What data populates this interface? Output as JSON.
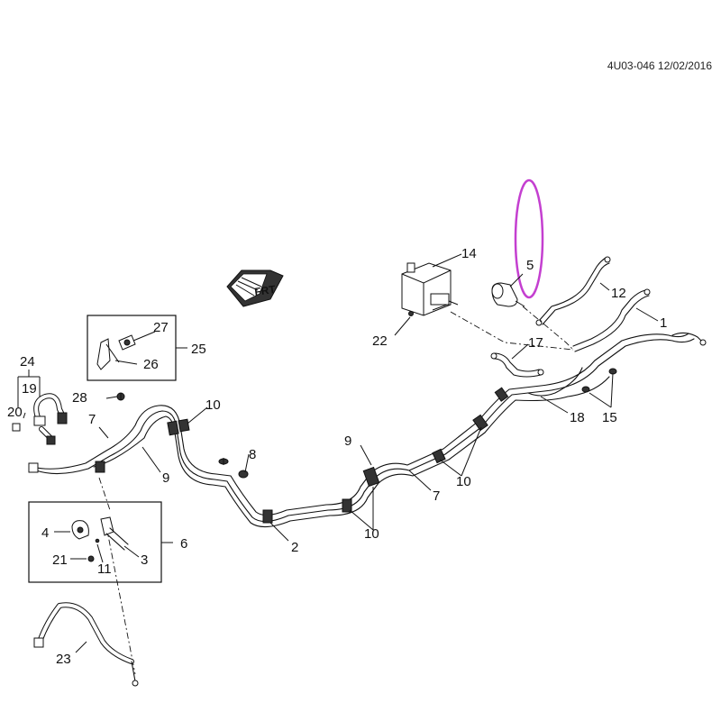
{
  "header": {
    "doc_id": "4U03-046 12/02/2016"
  },
  "direction_marker": {
    "label": "FRT",
    "icon": "front-arrow-icon"
  },
  "highlight": {
    "color": "#c43fd0",
    "target": "5"
  },
  "callouts": {
    "c1": "1",
    "c2": "2",
    "c3": "3",
    "c4": "4",
    "c5": "5",
    "c6": "6",
    "c7a": "7",
    "c7b": "7",
    "c8": "8",
    "c9a": "9",
    "c9b": "9",
    "c10a": "10",
    "c10b": "10",
    "c10c": "10",
    "c11": "11",
    "c12": "12",
    "c14": "14",
    "c15": "15",
    "c17": "17",
    "c18": "18",
    "c19": "19",
    "c20": "20",
    "c21": "21",
    "c22": "22",
    "c23": "23",
    "c24": "24",
    "c25": "25",
    "c26": "26",
    "c27": "27",
    "c28": "28"
  }
}
